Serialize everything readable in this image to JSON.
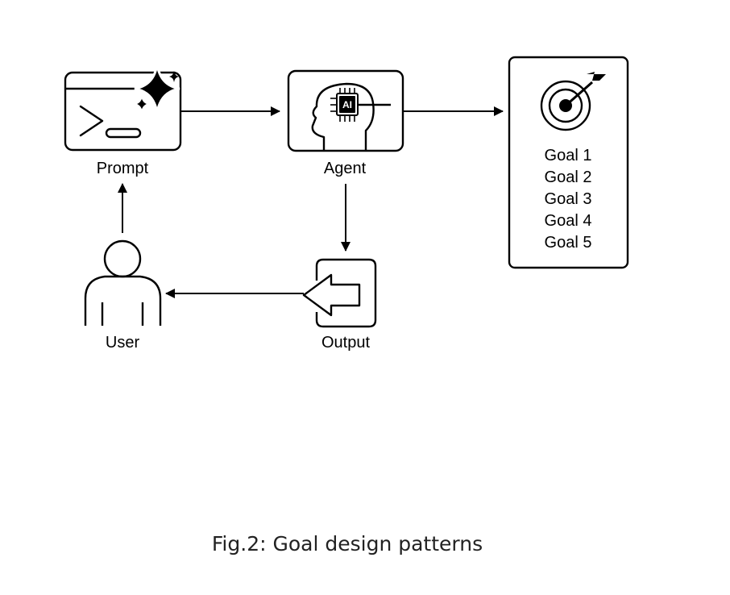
{
  "nodes": {
    "prompt": {
      "label": "Prompt",
      "icon": "prompt-terminal-sparkle-icon"
    },
    "agent": {
      "label": "Agent",
      "icon": "ai-head-chip-icon",
      "chip_text": "AI"
    },
    "goals": {
      "icon": "target-dart-icon",
      "items": [
        "Goal 1",
        "Goal 2",
        "Goal 3",
        "Goal 4",
        "Goal 5"
      ]
    },
    "output": {
      "label": "Output",
      "icon": "output-arrow-icon"
    },
    "user": {
      "label": "User",
      "icon": "user-person-icon"
    }
  },
  "caption": "Fig.2: Goal design patterns",
  "colors": {
    "stroke": "#000000",
    "background": "#ffffff",
    "caption": "#222222"
  }
}
